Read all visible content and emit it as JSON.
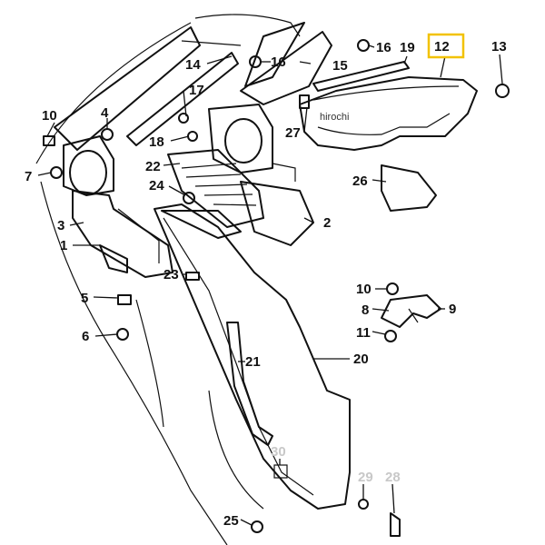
{
  "watermark": "hirochi",
  "highlight_color": "#f2c200",
  "labels": {
    "n1": "1",
    "n2": "2",
    "n3": "3",
    "n4": "4",
    "n5": "5",
    "n6": "6",
    "n7": "7",
    "n8": "8",
    "n9": "9",
    "n10a": "10",
    "n10b": "10",
    "n11": "11",
    "n12": "12",
    "n13": "13",
    "n14": "14",
    "n15": "15",
    "n16a": "16",
    "n16b": "16",
    "n17": "17",
    "n18": "18",
    "n19": "19",
    "n20": "20",
    "n21": "21",
    "n22": "22",
    "n23": "23",
    "n24": "24",
    "n25": "25",
    "n26": "26",
    "n27": "27",
    "n28": "28",
    "n29": "29",
    "n30": "30"
  }
}
